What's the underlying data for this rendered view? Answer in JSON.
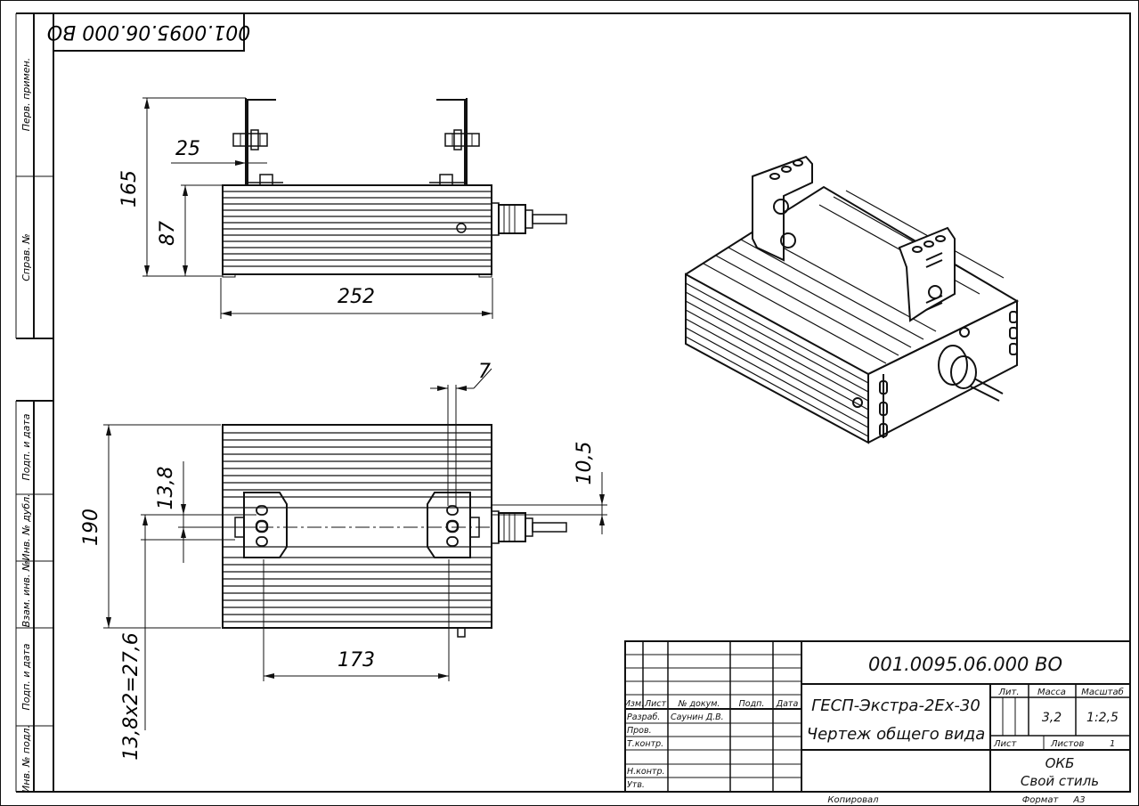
{
  "sheet": {
    "code_top": "001.0095.06.000 ВО",
    "footer_copied": "Копировал",
    "footer_format_label": "Формат",
    "footer_format_value": "А3"
  },
  "side_stamp": {
    "perv_primen": "Перв. примен.",
    "sprav_no": "Справ. №",
    "podp_data_1": "Подп. и дата",
    "inv_dubl": "Инв. № дубл.",
    "vzam_inv": "Взам. инв. №",
    "podp_data_2": "Подп. и дата",
    "inv_podl": "Инв. № подл."
  },
  "dimensions": {
    "d25": "25",
    "d165": "165",
    "d87": "87",
    "d252": "252",
    "d7": "7",
    "d10_5": "10,5",
    "d13_8": "13,8",
    "d190": "190",
    "d173": "173",
    "d13_8x2": "13,8x2=27,6"
  },
  "title_block": {
    "doc_code": "001.0095.06.000 ВО",
    "title_line1": "ГЕСП-Экстра-2Ex-30",
    "title_line2": "Чертеж общего вида",
    "col_izm": "Изм.",
    "col_list": "Лист",
    "col_doc": "№ докум.",
    "col_podp": "Подп.",
    "col_data": "Дата",
    "row_razrab": "Разраб.",
    "razrab_name": "Саунин Д.В.",
    "row_prov": "Пров.",
    "row_tkontr": "Т.контр.",
    "row_nkontr": "Н.контр.",
    "row_utv": "Утв.",
    "lit": "Лит.",
    "massa": "Масса",
    "masshtab": "Масштаб",
    "massa_value": "3,2",
    "masshtab_value": "1:2,5",
    "list_label": "Лист",
    "listov_label": "Листов",
    "listov_value": "1",
    "org_line1": "ОКБ",
    "org_line2": "Свой стиль"
  }
}
